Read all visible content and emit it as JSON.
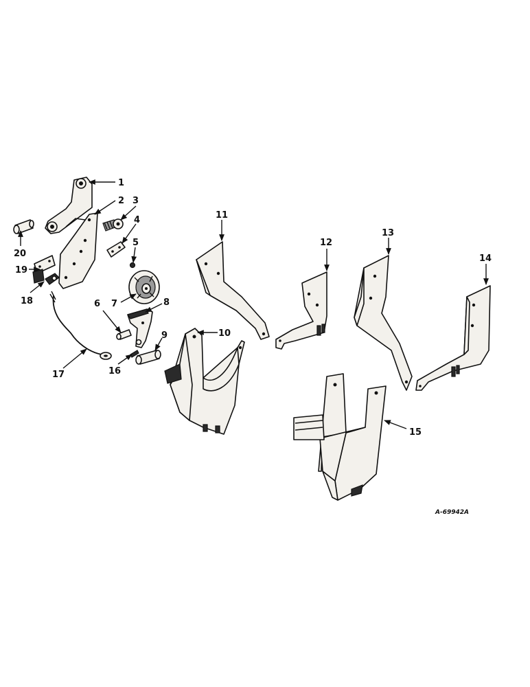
{
  "callouts": [
    "1",
    "2",
    "3",
    "4",
    "5",
    "6",
    "7",
    "8",
    "9",
    "10",
    "11",
    "12",
    "13",
    "14",
    "15",
    "16",
    "17",
    "18",
    "19",
    "20"
  ],
  "drawing_number": "A-69942A"
}
